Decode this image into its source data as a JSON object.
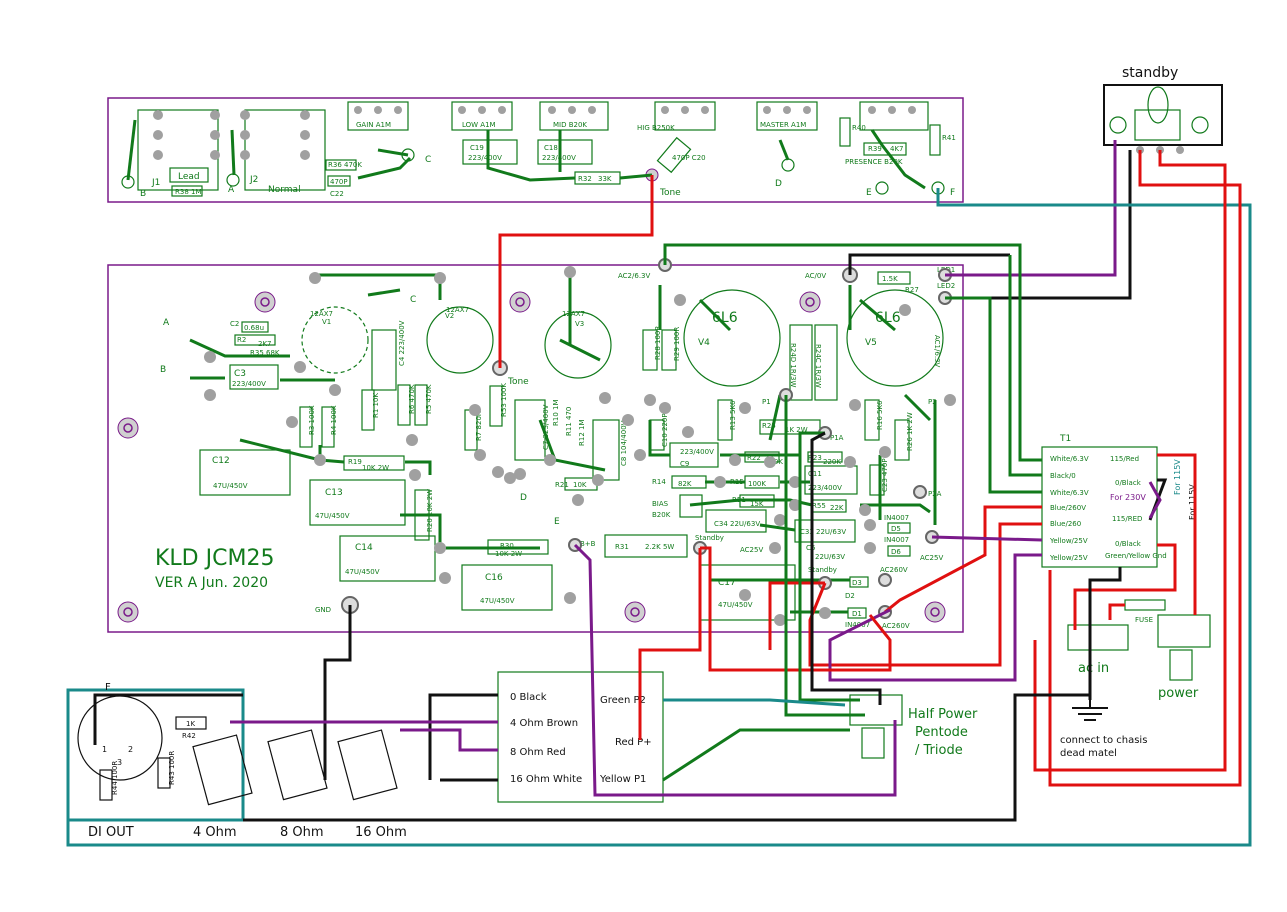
{
  "title": {
    "main": "KLD JCM25",
    "version": "VER A Jun. 2020"
  },
  "switches": {
    "standby": "standby",
    "power": "power",
    "ac_in": "ac in",
    "half_power": [
      "Half Power",
      "Pentode",
      "/ Triode"
    ]
  },
  "chassis_note": [
    "connect to chasis",
    "dead matel"
  ],
  "outputs": {
    "di": "DI  OUT",
    "o4": "4 Ohm",
    "o8": "8 Ohm",
    "o16": "16 Ohm"
  },
  "output_transformer": {
    "primary": [
      "Green  P2",
      "Red P+",
      "Yellow P1"
    ],
    "secondary": [
      "0 Black",
      "4 Ohm Brown",
      "8 Ohm Red",
      "16 Ohm White"
    ]
  },
  "power_transformer": {
    "title": "T1",
    "left": [
      "White/6.3V",
      "Black/0",
      "White/6.3V",
      "Blue/260V",
      "Blue/260",
      "Yellow/25V",
      "Yellow/25V"
    ],
    "right": [
      "115/Red",
      "0/Black",
      "115/RED",
      "0/Black",
      "Green/Yellow Gnd"
    ],
    "notes": [
      "For 230V",
      "For 115V",
      "For 115V"
    ]
  },
  "pots": {
    "gain": "GAIN A1M",
    "low": "LOW A1M",
    "mid": "MID B20K",
    "high": "HIG B250K",
    "master": "MASTER A1M",
    "presence": "PRESENCE B20K"
  },
  "jacks": {
    "j1": "J1",
    "j2": "J2",
    "lead": "Lead",
    "normal": "Normal"
  },
  "tubes": {
    "v1": "V1",
    "v2": "V2",
    "v3": "V3",
    "v4": "V4",
    "v5": "V5",
    "power_tube": "6L6",
    "preamp": "12AX7"
  },
  "points": {
    "a": "A",
    "b": "B",
    "c": "C",
    "d": "D",
    "e": "E",
    "f": "F",
    "tone": "Tone",
    "gnd": "GND",
    "ac2": "AC2/6.3V",
    "ac0": "AC/0V",
    "ac1": "AC1/6.3V",
    "led1": "LED1",
    "led2": "LED2",
    "p1": "P1",
    "p2": "P2",
    "p1a": "P1A",
    "p2a": "P2A",
    "bplus": "B+B",
    "stby": "Standby",
    "ac25": "AC25V",
    "ac260": "AC260V",
    "fuse": "FUSE"
  },
  "parts": {
    "c19": "C19",
    "c19v": "223/400V",
    "c18": "C18",
    "c18v": "223/400V",
    "r32": "R32",
    "r32v": "33K",
    "c20": "470P C20",
    "r36": "R36 470K",
    "c22": "C22",
    "c22v": "470P",
    "r38": "R38 1M",
    "r39": "R39",
    "r39v": "4K7",
    "r40": "R40",
    "r41": "R41",
    "c2": "C2",
    "c2v": "0.68u",
    "r2": "R2",
    "r2v": "2K7",
    "r35": "R35 68K",
    "c3": "C3",
    "c3v": "223/400V",
    "c4": "C4 223/400V",
    "r1": "R1 10K",
    "r6": "R6 470K",
    "r5": "R5 470K",
    "r3": "R3 100K",
    "r4": "R4 100K",
    "c12": "C12",
    "c12v": "47U/450V",
    "r19": "R19",
    "r19v": "10K 2W",
    "c13": "C13",
    "c13v": "47U/450V",
    "r20": "R20 10K 2W",
    "c14": "C14",
    "c14v": "47U/450V",
    "r30": "R30",
    "r30v": "10K 2W",
    "c16": "C16",
    "c16v": "47U/450V",
    "r31": "R31",
    "r31v": "2.2K 5W",
    "r7": "R7 820R",
    "r53": "R53 100K",
    "c7": "C7 223/400V",
    "r10": "R10 1M",
    "r11": "R11 470",
    "r12": "R12 1M",
    "c8": "C8 104/400V",
    "r21": "R21",
    "r21v": "10K",
    "r28": "R28 100R",
    "r29": "R29 100R",
    "r24c": "R24C 1R/3W",
    "r24d": "R24D 1R/3W",
    "r13": "R13 5K6",
    "r16": "R16 5K6",
    "r25": "R25",
    "r25v": "1K 2W",
    "r26": "R26 1K 2W",
    "c10": "C10 220P",
    "c9": "C9",
    "c9v": "223/400V",
    "r22": "R22",
    "r22v": "220K",
    "r23": "R23",
    "r23v": "220K",
    "c11": "C11",
    "c11v": "223/400V",
    "c23": "C23 470P",
    "r14": "R14",
    "r14v": "82K",
    "r15": "R15",
    "r15v": "100K",
    "r51": "R51",
    "r51v": "15K",
    "r55": "R55",
    "r55v": "22K",
    "bias": "BIAS",
    "biasv": "B20K",
    "c34": "C34 22U/63V",
    "c33": "C33 22U/63V",
    "c6": "C6",
    "c6v": "22U/63V",
    "d5": "D5",
    "d6": "D6",
    "in4007": "IN4007",
    "c17": "C17",
    "c17v": "47U/450V",
    "d1": "D1",
    "d2": "D2",
    "d3": "D3",
    "r1k": "1.5K",
    "r27": "R27",
    "r42": "R42",
    "r42v": "1K",
    "r43": "R43 100R",
    "r44": "R44 100R"
  },
  "colors": {
    "board": "#7a1a8a",
    "trace": "#117a1b",
    "wire_red": "#e01010",
    "wire_black": "#111111",
    "wire_purple": "#7a1a8a",
    "wire_teal": "#1a8a8a"
  }
}
